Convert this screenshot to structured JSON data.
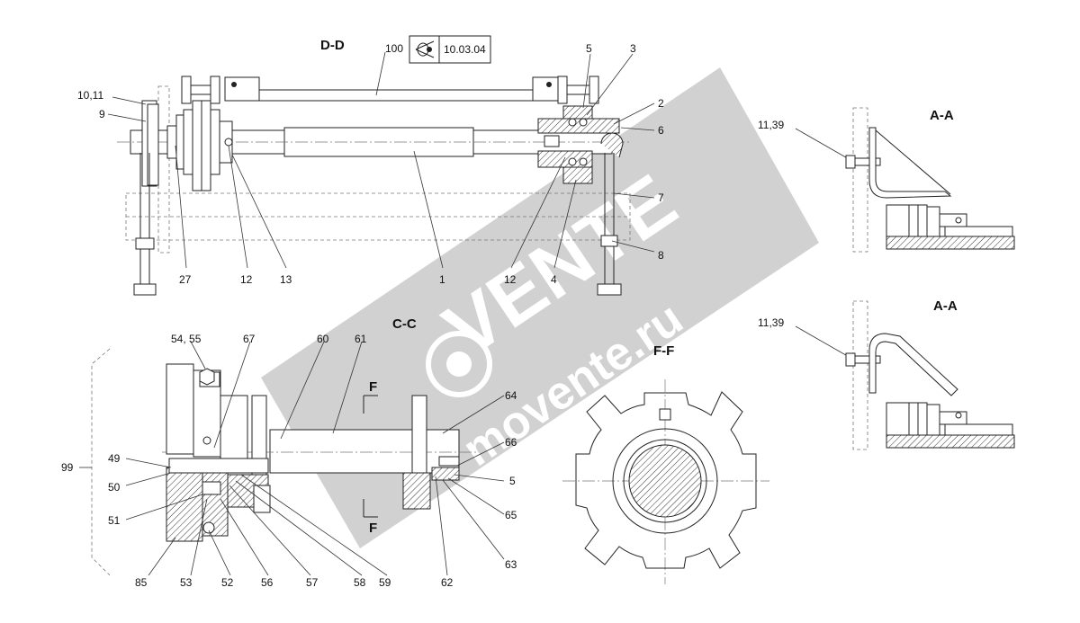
{
  "views": {
    "dd": "D-D",
    "aa_top": "A-A",
    "aa_bottom": "A-A",
    "cc": "C-C",
    "ff": "F-F"
  },
  "reference_box": {
    "text": "10.03.04",
    "icon": "eye-icon"
  },
  "section_markers": {
    "f_top": "F",
    "f_bottom": "F"
  },
  "callouts_dd": [
    "100",
    "5",
    "3",
    "2",
    "6",
    "7",
    "8",
    "10,11",
    "9",
    "27",
    "12",
    "13",
    "1",
    "12",
    "4"
  ],
  "callouts_aa": [
    "11,39",
    "11,39"
  ],
  "callouts_cc": [
    "54, 55",
    "67",
    "60",
    "61",
    "64",
    "66",
    "5",
    "65",
    "63",
    "62",
    "99",
    "49",
    "50",
    "51",
    "85",
    "53",
    "52",
    "56",
    "57",
    "58",
    "59"
  ],
  "watermark": {
    "brand": "VENTE",
    "site": "movente.ru",
    "color": "#c8c8c8"
  }
}
